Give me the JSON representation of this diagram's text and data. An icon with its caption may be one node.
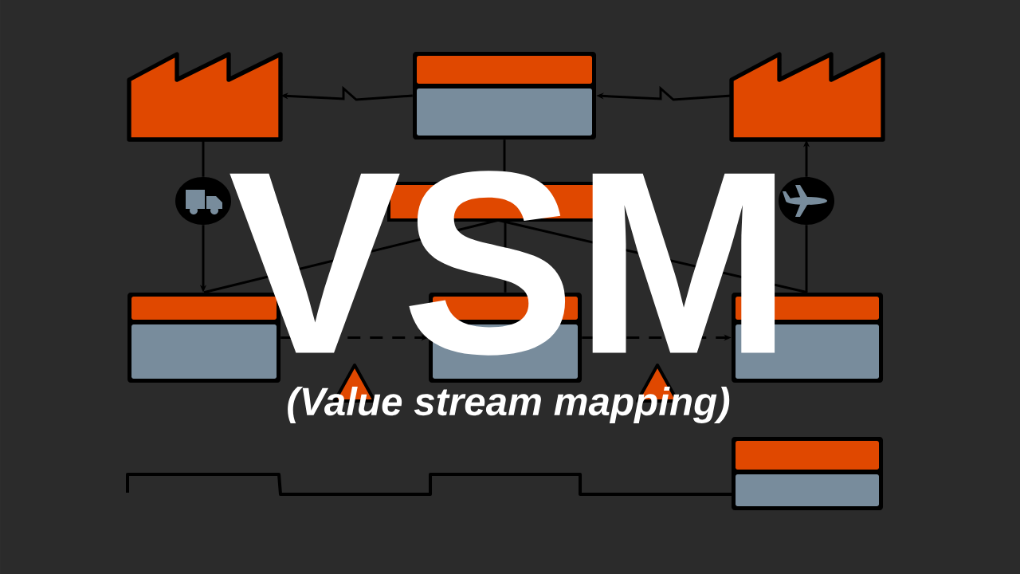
{
  "diagram": {
    "title": "VSM",
    "caption": "(Value stream mapping)",
    "nodes": [
      {
        "text": [],
        "shape": "factory"
      },
      {
        "text": [],
        "shape": "box"
      },
      {
        "text": [],
        "shape": "factory"
      },
      {
        "text": [],
        "shape": "circle"
      },
      {
        "text": [],
        "shape": "bar"
      },
      {
        "text": [],
        "shape": "circle"
      },
      {
        "text": [],
        "shape": "box"
      },
      {
        "text": [],
        "shape": "box"
      },
      {
        "text": [],
        "shape": "box"
      },
      {
        "text": [],
        "shape": "triangle"
      },
      {
        "text": [],
        "shape": "triangle"
      },
      {
        "text": [],
        "shape": "box"
      }
    ],
    "edges": [
      {
        "from": 1,
        "to": 0,
        "arrow": "to"
      },
      {
        "from": 2,
        "to": 1,
        "arrow": "to"
      },
      {
        "from": 0,
        "to": 3,
        "arrow": "none"
      },
      {
        "from": 3,
        "to": 6,
        "arrow": "to"
      },
      {
        "from": 1,
        "to": 4,
        "arrow": "none"
      },
      {
        "from": 4,
        "to": 7,
        "arrow": "none"
      },
      {
        "from": 4,
        "to": 6,
        "arrow": "none"
      },
      {
        "from": 4,
        "to": 8,
        "arrow": "none"
      },
      {
        "from": 6,
        "to": 7,
        "arrow": "to",
        "style": "dashed"
      },
      {
        "from": 7,
        "to": 8,
        "arrow": "to",
        "style": "dashed"
      },
      {
        "from": 8,
        "to": 5,
        "arrow": "none"
      },
      {
        "from": 5,
        "to": 2,
        "arrow": "to"
      }
    ]
  }
}
